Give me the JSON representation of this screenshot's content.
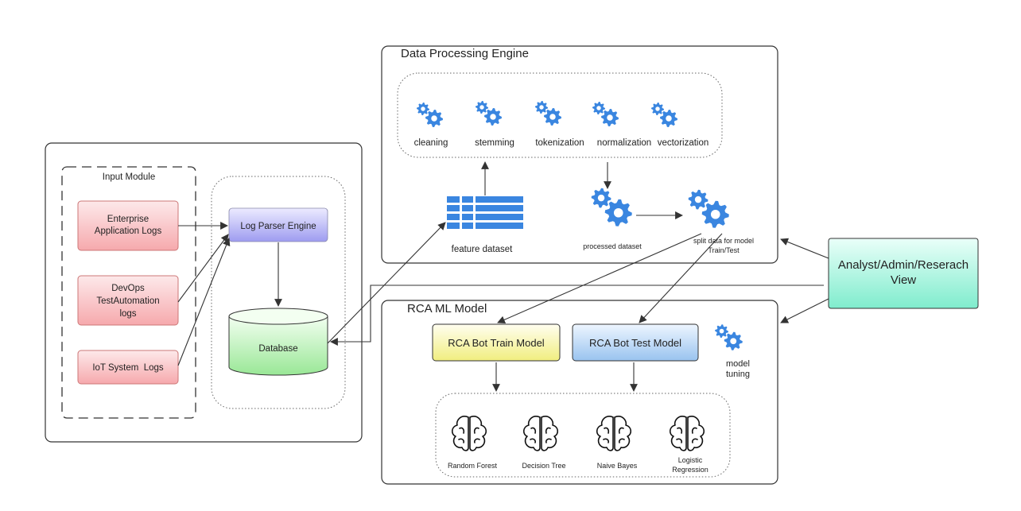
{
  "input_module": {
    "title": "Input Module",
    "sources": [
      [
        "Enterprise",
        "Application Logs"
      ],
      [
        "DevOps",
        "TestAutomation",
        "logs"
      ],
      [
        "IoT System  Logs"
      ]
    ]
  },
  "log_parser": {
    "label": "Log Parser Engine"
  },
  "database": {
    "label": "Database"
  },
  "data_processing": {
    "title": "Data Processing Engine",
    "steps": [
      "cleaning",
      "stemming",
      "tokenization",
      "normalization",
      "vectorization"
    ],
    "feature_dataset": "feature dataset",
    "processed_dataset": "processed dataset",
    "split_data": [
      "split data for model",
      "Train/Test"
    ]
  },
  "rca_model": {
    "title": "RCA ML Model",
    "train_model": "RCA Bot Train Model",
    "test_model": "RCA Bot Test Model",
    "model_tuning": [
      "model",
      "tuning"
    ],
    "algorithms": [
      [
        "Random Forest"
      ],
      [
        "Decision Tree"
      ],
      [
        "Naive Bayes"
      ],
      [
        "Logistic",
        "Regression"
      ]
    ]
  },
  "view": {
    "label": [
      "Analyst/Admin/Reserach",
      "View"
    ]
  },
  "colors": {
    "gear": "#3a86e0",
    "source_fill_top": "#fde9ea",
    "source_fill_bottom": "#f6a9ad",
    "parser_top": "#ecebff",
    "parser_bottom": "#9e9cf0",
    "db_top": "#f3fff1",
    "db_bottom": "#99e796",
    "train_top": "#fffef0",
    "train_bottom": "#f1ee7f",
    "test_top": "#eef6ff",
    "test_bottom": "#99c3ef",
    "view_top": "#eafff9",
    "view_bottom": "#7feccd",
    "table": "#3a86e0"
  },
  "icons": {
    "gear": "gear-icon",
    "brain": "brain-icon",
    "table": "table-icon"
  }
}
